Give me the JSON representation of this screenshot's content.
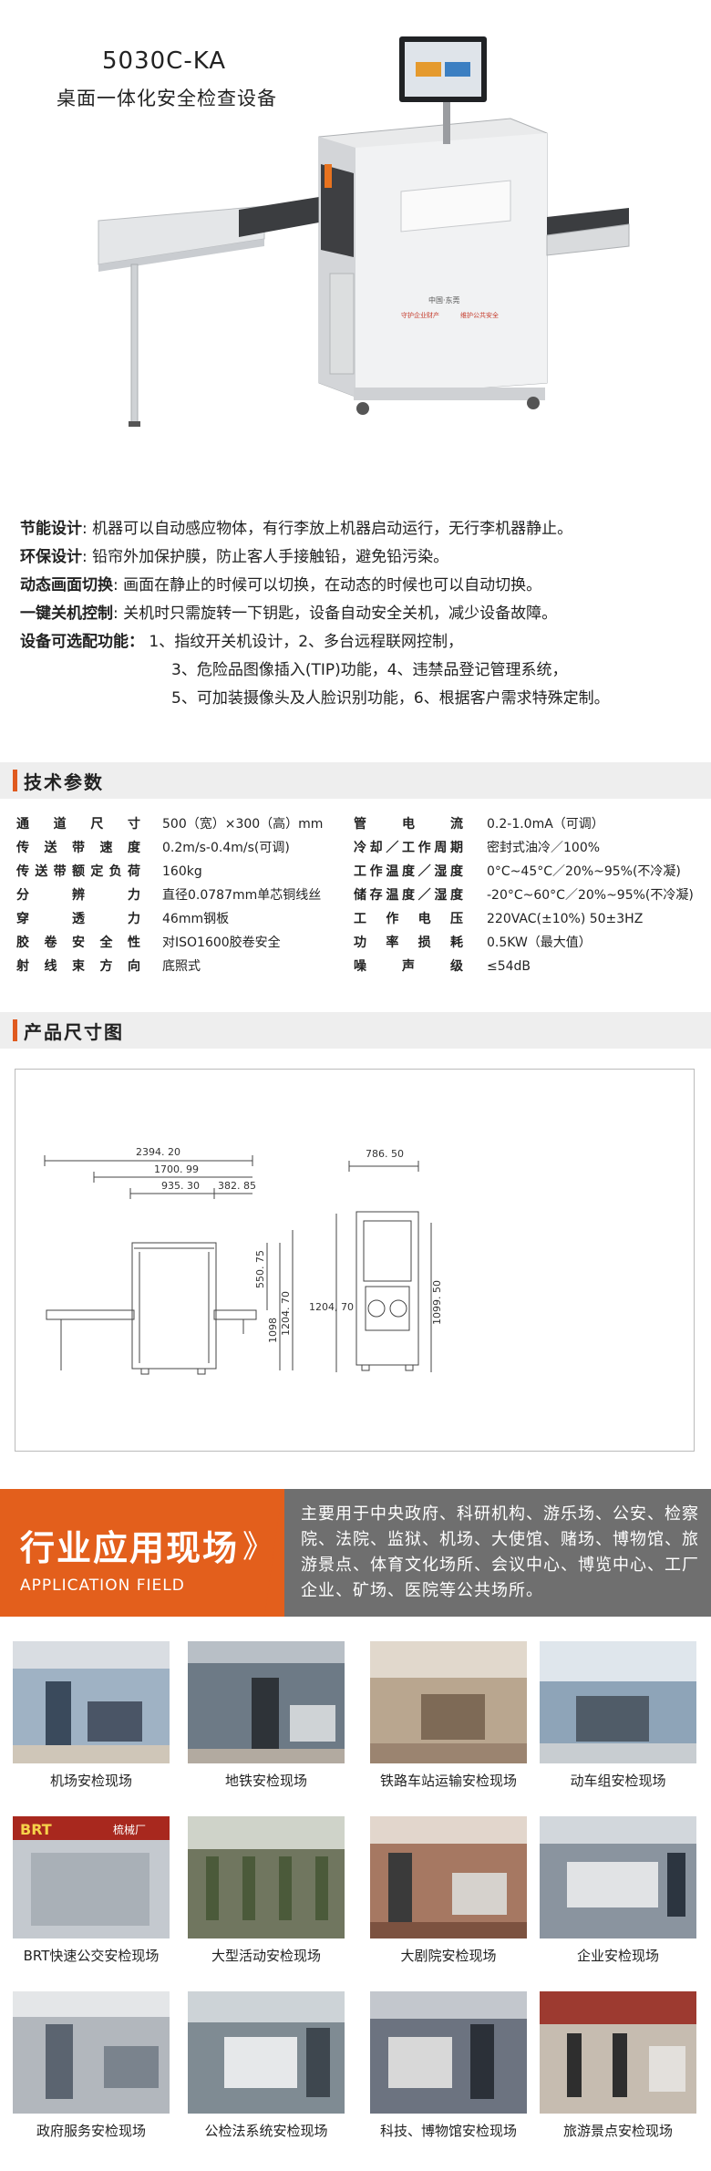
{
  "hero": {
    "model": "5030C-KA",
    "subtitle": "桌面一体化安全检查设备",
    "machine_label_1": "中国·东莞",
    "machine_label_2": "守护企业财产",
    "machine_label_3": "维护公共安全"
  },
  "features": [
    {
      "key": "节能设计",
      "text": ": 机器可以自动感应物体，有行李放上机器启动运行，无行李机器静止。"
    },
    {
      "key": "环保设计",
      "text": ": 铅帘外加保护膜，防止客人手接触铅，避免铅污染。"
    },
    {
      "key": "动态画面切换",
      "text": ": 画面在静止的时候可以切换，在动态的时候也可以自动切换。"
    },
    {
      "key": "一键关机控制",
      "text": ": 关机时只需旋转一下钥匙，设备自动安全关机，减少设备故障。"
    }
  ],
  "optional": {
    "key": "设备可选配功能：",
    "line1": "1、指纹开关机设计，2、多台远程联网控制，",
    "line2": "3、危险品图像插入(TIP)功能，4、违禁品登记管理系统，",
    "line3": "5、可加装摄像头及人脸识别功能，6、根据客户需求特殊定制。"
  },
  "sections": {
    "specs": "技术参数",
    "dims": "产品尺寸图"
  },
  "specs_left": [
    {
      "k": "通道尺寸",
      "v": "500（宽）×300（高）mm"
    },
    {
      "k": "传送带速度",
      "v": "0.2m/s-0.4m/s(可调)"
    },
    {
      "k": "传送带额定负荷",
      "v": "160kg"
    },
    {
      "k": "分辨力",
      "v": "直径0.0787mm单芯铜线丝"
    },
    {
      "k": "穿透力",
      "v": "46mm钢板"
    },
    {
      "k": "胶卷安全性",
      "v": "对ISO1600胶卷安全"
    },
    {
      "k": "射线束方向",
      "v": "底照式"
    }
  ],
  "specs_right": [
    {
      "k": "管电流",
      "v": "0.2-1.0mA（可调）"
    },
    {
      "k": "冷却／工作周期",
      "v": "密封式油冷／100%"
    },
    {
      "k": "工作温度／湿度",
      "v": "0°C~45°C／20%~95%(不冷凝)"
    },
    {
      "k": "储存温度／湿度",
      "v": "-20°C~60°C／20%~95%(不冷凝)"
    },
    {
      "k": "工作电压",
      "v": "220VAC(±10%) 50±3HZ"
    },
    {
      "k": "功率损耗",
      "v": "0.5KW（最大值）"
    },
    {
      "k": "噪声级",
      "v": "≤54dB"
    }
  ],
  "dimensions": {
    "total_length": "2394. 20",
    "body_length": "1700. 99",
    "left_part": "935. 30",
    "right_part": "382. 85",
    "belt_height": "550. 75",
    "h1": "1098",
    "h2": "1204. 70",
    "width": "786. 50",
    "side_h1": "1204, 70",
    "side_h2": "1099. 50"
  },
  "application": {
    "title": "行业应用现场",
    "chevron": "》",
    "subtitle": "APPLICATION FIELD",
    "description": "主要用于中央政府、科研机构、游乐场、公安、检察院、法院、监狱、机场、大使馆、赌场、博物馆、旅游景点、体育文化场所、会议中心、博览中心、工厂企业、矿场、医院等公共场所。"
  },
  "gallery": [
    {
      "cap": "机场安检现场",
      "bg": "#9fb2c4"
    },
    {
      "cap": "地铁安检现场",
      "bg": "#6d7a86"
    },
    {
      "cap": "铁路车站运输安检现场",
      "bg": "#b9a68f"
    },
    {
      "cap": "动车组安检现场",
      "bg": "#8ea4b8"
    },
    {
      "cap": "BRT快速公交安检现场",
      "bg": "#c94b3a",
      "sign": "BRT",
      "sign2": "梳械厂"
    },
    {
      "cap": "大型活动安检现场",
      "bg": "#70765f"
    },
    {
      "cap": "大剧院安检现场",
      "bg": "#a67862"
    },
    {
      "cap": "企业安检现场",
      "bg": "#8a949f"
    },
    {
      "cap": "政府服务安检现场",
      "bg": "#b2b7bd"
    },
    {
      "cap": "公检法系统安检现场",
      "bg": "#7f8b93"
    },
    {
      "cap": "科技、博物馆安检现场",
      "bg": "#6c7380"
    },
    {
      "cap": "旅游景点安检现场",
      "bg": "#c6bcb0"
    }
  ]
}
